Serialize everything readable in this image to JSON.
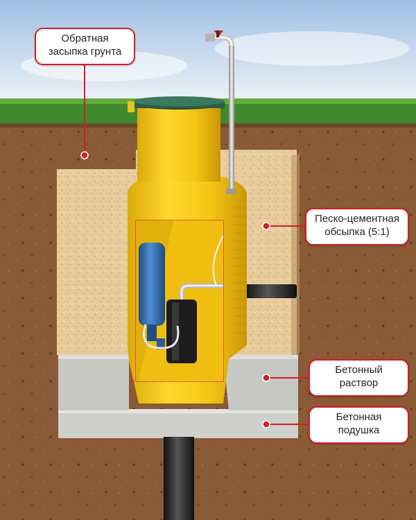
{
  "diagram": {
    "labels": {
      "backfill": [
        "Обратная",
        "засыпка грунта"
      ],
      "sand_cement": [
        "Песко-цементная",
        "обсыпка (5:1)"
      ],
      "concrete_mortar": [
        "Бетонный",
        "раствор"
      ],
      "concrete_pad": [
        "Бетонная",
        "подушка"
      ]
    },
    "colors": {
      "callout_border": "#d21f26",
      "sky_top": "#a9c7e6",
      "grass": "#3f8a2c",
      "soil": "#8b5a36",
      "sand_cement": "#e6c99a",
      "concrete": "#c9c9c6",
      "caisson": "#f2c514",
      "tank": "#2f6fb0"
    }
  }
}
